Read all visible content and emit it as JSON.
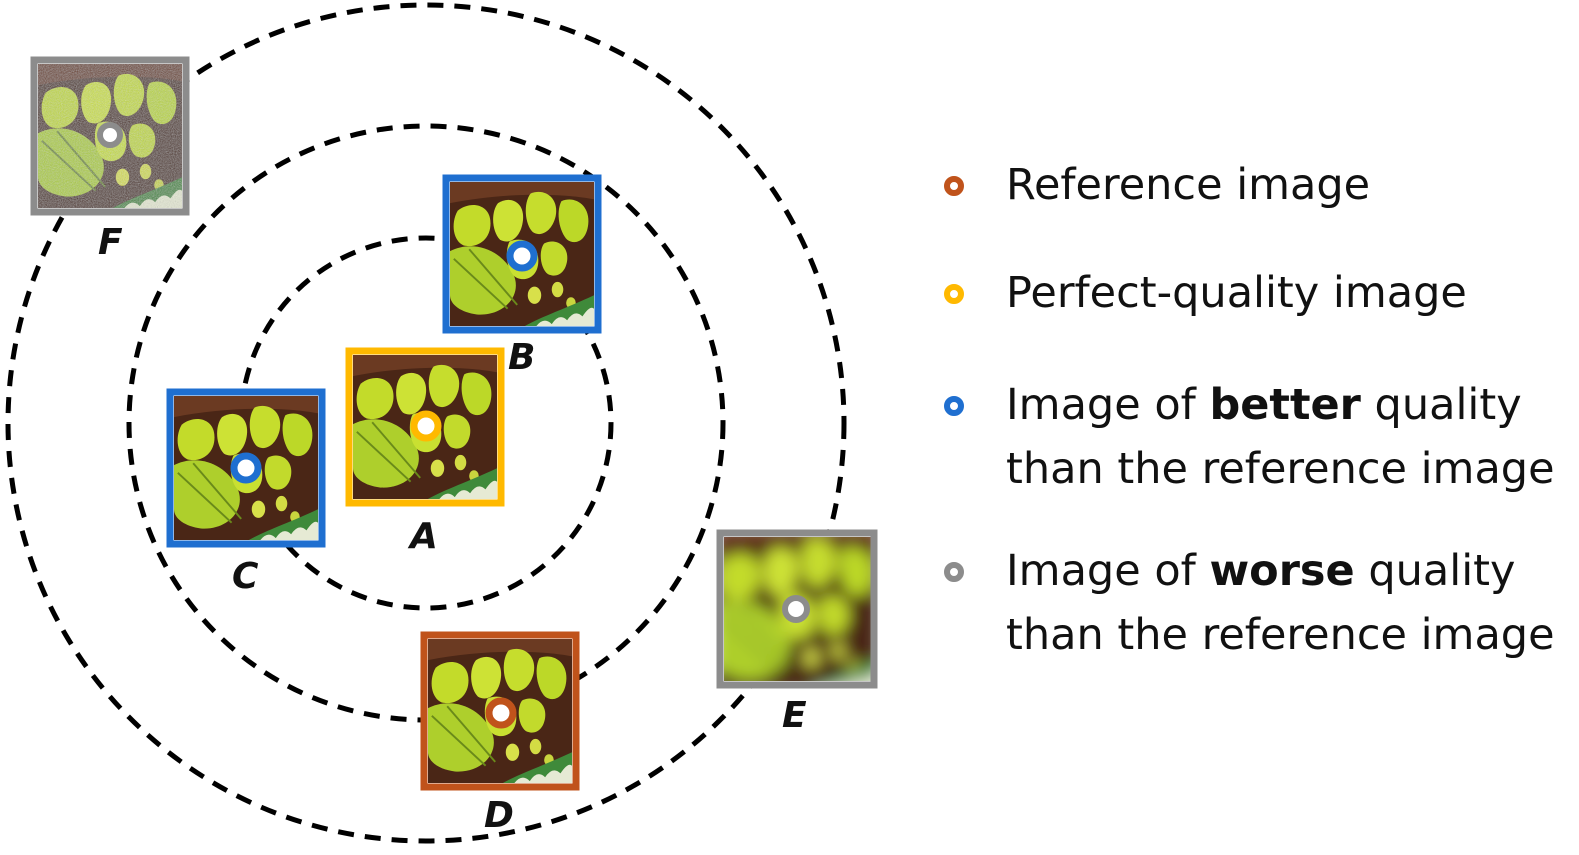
{
  "diagram": {
    "image_labels": {
      "A": "A",
      "B": "B",
      "C": "C",
      "D": "D",
      "E": "E",
      "F": "F"
    },
    "colors": {
      "reference": "#c0531b",
      "perfect": "#ffb900",
      "better": "#1f6fd0",
      "worse": "#8c8c8c",
      "ring": "#000000"
    }
  },
  "legend": {
    "reference": "Reference image",
    "perfect": "Perfect-quality image",
    "better": {
      "prefix": "Image of ",
      "emphasis": "better",
      "suffix": " quality",
      "line2": "than the reference image"
    },
    "worse": {
      "prefix": "Image of ",
      "emphasis": "worse",
      "suffix": " quality",
      "line2": "than the reference image"
    }
  }
}
